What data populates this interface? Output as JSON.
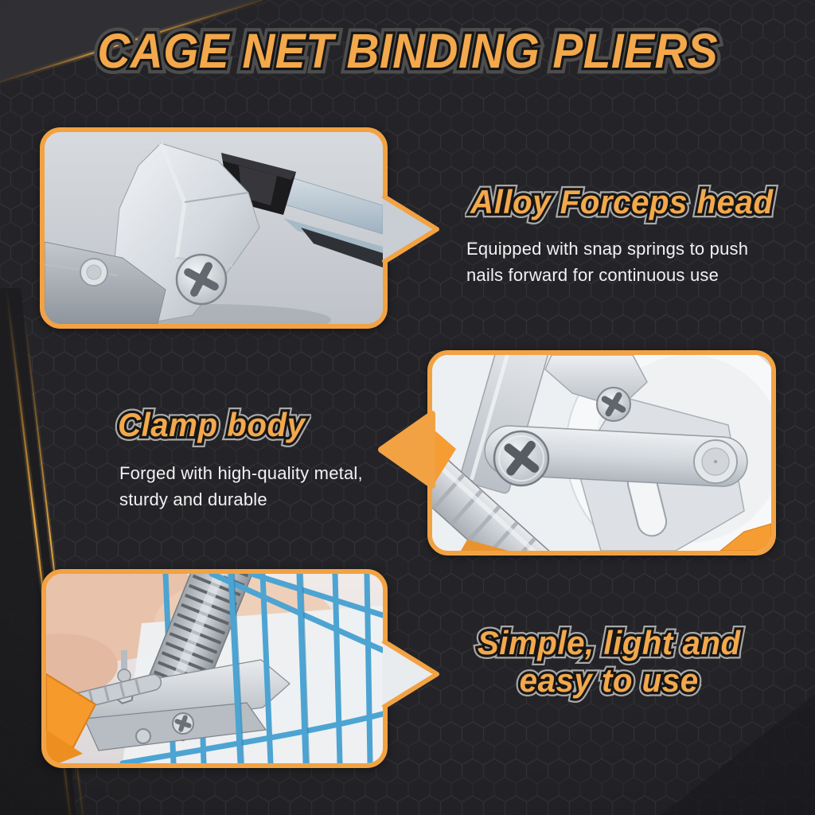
{
  "title": "CAGE NET BINDING PLIERS",
  "sections": [
    {
      "heading": "Alloy Forceps head",
      "desc_line1": "Equipped with snap springs to push",
      "desc_line2": "nails forward for continuous use",
      "photo": "alloy-forceps-head-closeup"
    },
    {
      "heading": "Clamp body",
      "desc_line1": "Forged with high-quality metal,",
      "desc_line2": "sturdy and durable",
      "photo": "clamp-body-closeup"
    },
    {
      "heading_line1": "Simple, light and",
      "heading_line2": "easy to use",
      "photo": "pliers-in-use-on-cage-net"
    }
  ],
  "colors": {
    "accent_orange": "#F2A644",
    "frame_border": "#F2A243",
    "heading_fill": "#F3A84C",
    "heading_outline": "#161616",
    "background": "#242428",
    "body_text": "#F2F2F2",
    "wire_blue": "#4DA4D2",
    "gold_streak": "#D99B3C"
  }
}
